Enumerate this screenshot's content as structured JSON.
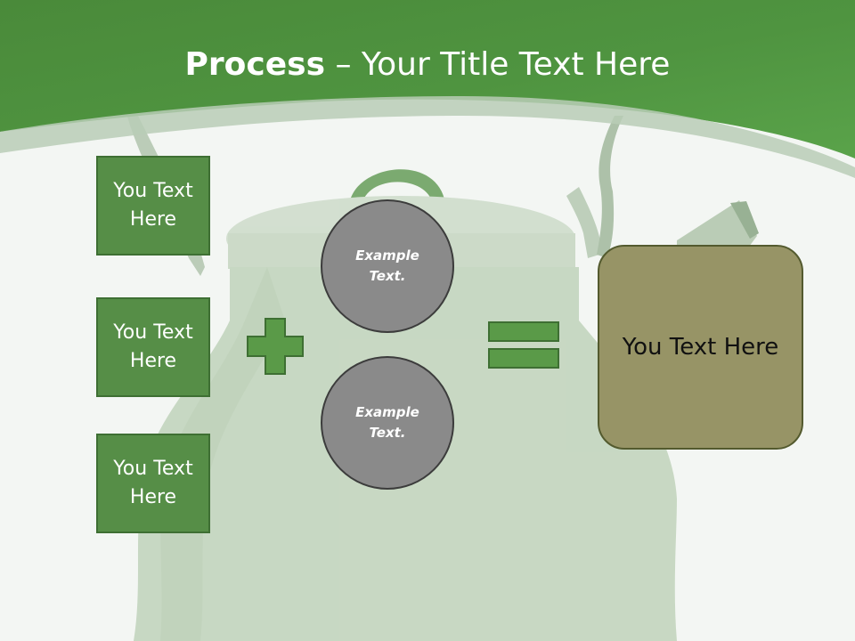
{
  "title": {
    "bold": "Process",
    "rest": " – Your Title Text Here"
  },
  "left_boxes": [
    {
      "text": "You Text Here"
    },
    {
      "text": "You Text Here"
    },
    {
      "text": "You Text Here"
    }
  ],
  "circles": [
    {
      "text": "Example Text."
    },
    {
      "text": "Example Text."
    }
  ],
  "result": {
    "text": "You Text Here"
  },
  "operators": [
    "plus-icon",
    "equals-icon"
  ],
  "colors": {
    "header_green": "#4f8f3f",
    "box_green": "#568e47",
    "circle_gray": "#8a8a8a",
    "result_olive": "#979466"
  }
}
